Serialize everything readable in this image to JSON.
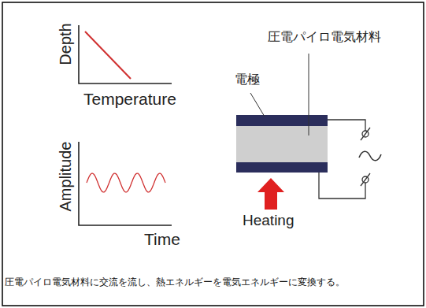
{
  "diagram": {
    "caption": "圧電パイロ電気材料に交流を流し、熱エネルギーを電気エネルギーに変換する。",
    "labels": [
      "Depth",
      "Temperature",
      "Amplitude",
      "Time",
      "圧電パイロ電気材料",
      "電極",
      "Heating"
    ]
  }
}
